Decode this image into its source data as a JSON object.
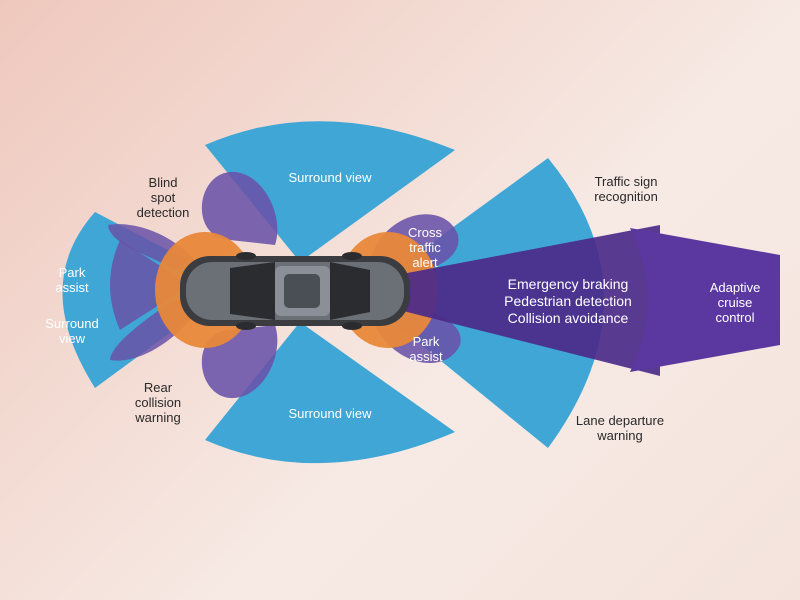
{
  "colors": {
    "blue": "#3fa6d6",
    "purple": "#6a52a8",
    "deep_purple": "#4b2a8a",
    "orange": "#e8883a",
    "dark_text": "#2a2a2a",
    "light_text": "#ffffff"
  },
  "labels": {
    "surround_view_top": "Surround view",
    "surround_view_bottom": "Surround view",
    "blind_spot": [
      "Blind",
      "spot",
      "detection"
    ],
    "park_assist_rear": [
      "Park",
      "assist"
    ],
    "surround_view_rear": [
      "Surround",
      "view"
    ],
    "rear_collision": [
      "Rear",
      "collision",
      "warning"
    ],
    "cross_traffic": [
      "Cross",
      "traffic",
      "alert"
    ],
    "park_assist_front": [
      "Park",
      "assist"
    ],
    "traffic_sign": [
      "Traffic sign",
      "recognition"
    ],
    "front_center": [
      "Emergency braking",
      "Pedestrian detection",
      "Collision avoidance"
    ],
    "adaptive_cruise": [
      "Adaptive",
      "cruise",
      "control"
    ],
    "lane_departure": [
      "Lane departure",
      "warning"
    ]
  },
  "icons": {
    "car": "car-top-view-icon"
  }
}
